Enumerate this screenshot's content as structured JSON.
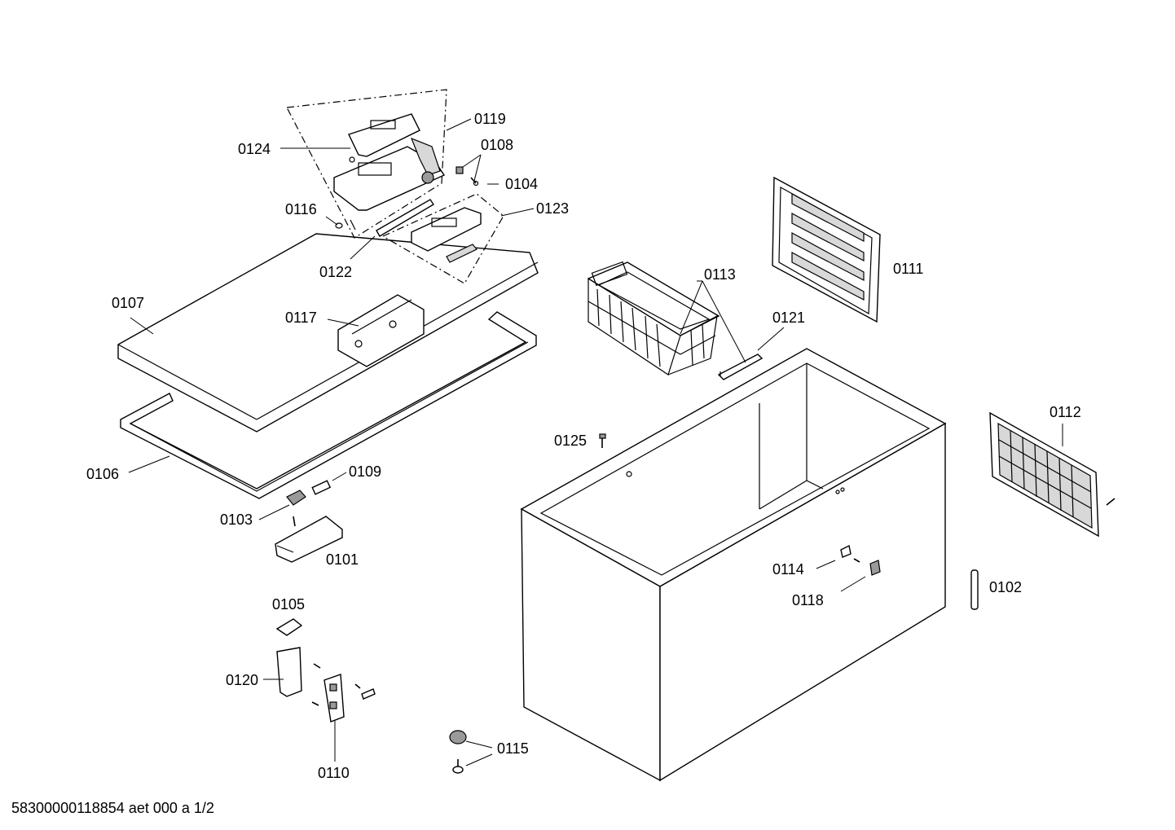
{
  "labels": {
    "p0101": "0101",
    "p0102": "0102",
    "p0103": "0103",
    "p0104": "0104",
    "p0105": "0105",
    "p0106": "0106",
    "p0107": "0107",
    "p0108": "0108",
    "p0109": "0109",
    "p0110": "0110",
    "p0111": "0111",
    "p0112": "0112",
    "p0113": "0113",
    "p0114": "0114",
    "p0115": "0115",
    "p0116": "0116",
    "p0117": "0117",
    "p0118": "0118",
    "p0119": "0119",
    "p0120": "0120",
    "p0121": "0121",
    "p0122": "0122",
    "p0123": "0123",
    "p0124": "0124",
    "p0125": "0125"
  },
  "footer": {
    "code": "58300000118854 aet 000 a 1/2"
  }
}
